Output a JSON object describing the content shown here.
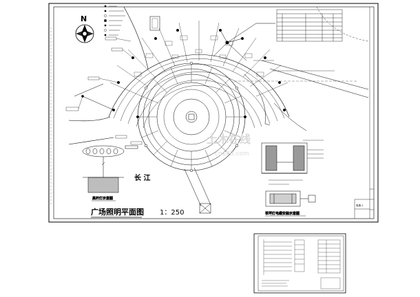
{
  "main_sheet": {
    "title": "广场照明平面图",
    "scale": "1：250",
    "north_label": "N",
    "river_label": "长 江",
    "pole_detail_caption": "高杆灯示意图",
    "cable_detail_caption": "草坪灯电缆安装示意图",
    "sheet_no": "电施-1"
  },
  "secondary_sheet": {
    "present": true
  },
  "watermark": {
    "line1": "土木在线",
    "line2": "co188.com"
  },
  "colors": {
    "line": "#000000",
    "paper": "#ffffff",
    "hatch": "#555555"
  }
}
